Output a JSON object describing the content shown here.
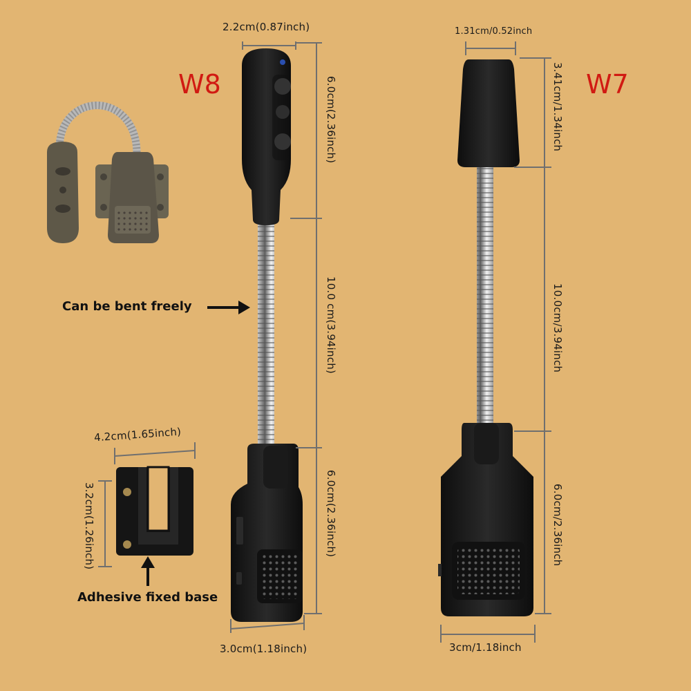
{
  "w8": {
    "model_label": "W8",
    "head_width": "2.2cm(0.87inch)",
    "head_height": "6.0cm(2.36inch)",
    "gooseneck_length": "10.0 cm(3.94inch)",
    "body_height": "6.0cm(2.36inch)",
    "body_width": "3.0cm(1.18inch)",
    "bend_callout": "Can be bent freely"
  },
  "base": {
    "width": "4.2cm(1.65inch)",
    "height": "3.2cm(1.26inch)",
    "callout": "Adhesive fixed base"
  },
  "w7": {
    "model_label": "W7",
    "head_width": "1.31cm/0.52inch",
    "head_height": "3.41cm/1.34inch",
    "gooseneck_length": "10.0cm/3.94inch",
    "body_height": "6.0cm/2.36inch",
    "body_width": "3cm/1.18inch"
  },
  "colors": {
    "background": "#e2b572",
    "model_label": "#d11a12",
    "device_body": "#1c1c1c",
    "dimension_line": "#6f6f6f"
  }
}
